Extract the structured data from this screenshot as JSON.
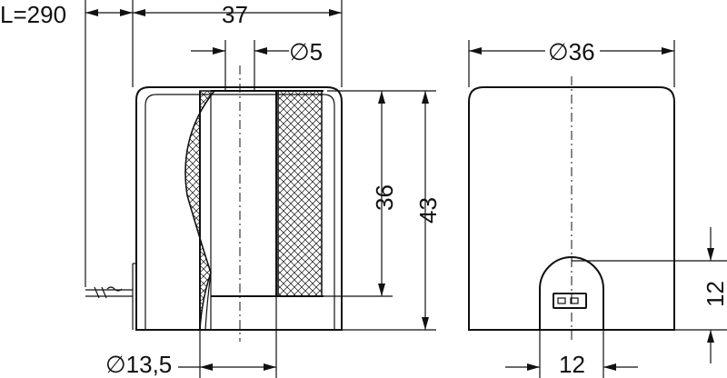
{
  "dimensions": {
    "lead_length": "L=290",
    "body_width": "37",
    "bore_small": "∅5",
    "bore_inner": "∅13,5",
    "winding_height": "36",
    "total_height": "43",
    "outer_diameter": "∅36",
    "connector_height": "12",
    "connector_width": "12"
  }
}
